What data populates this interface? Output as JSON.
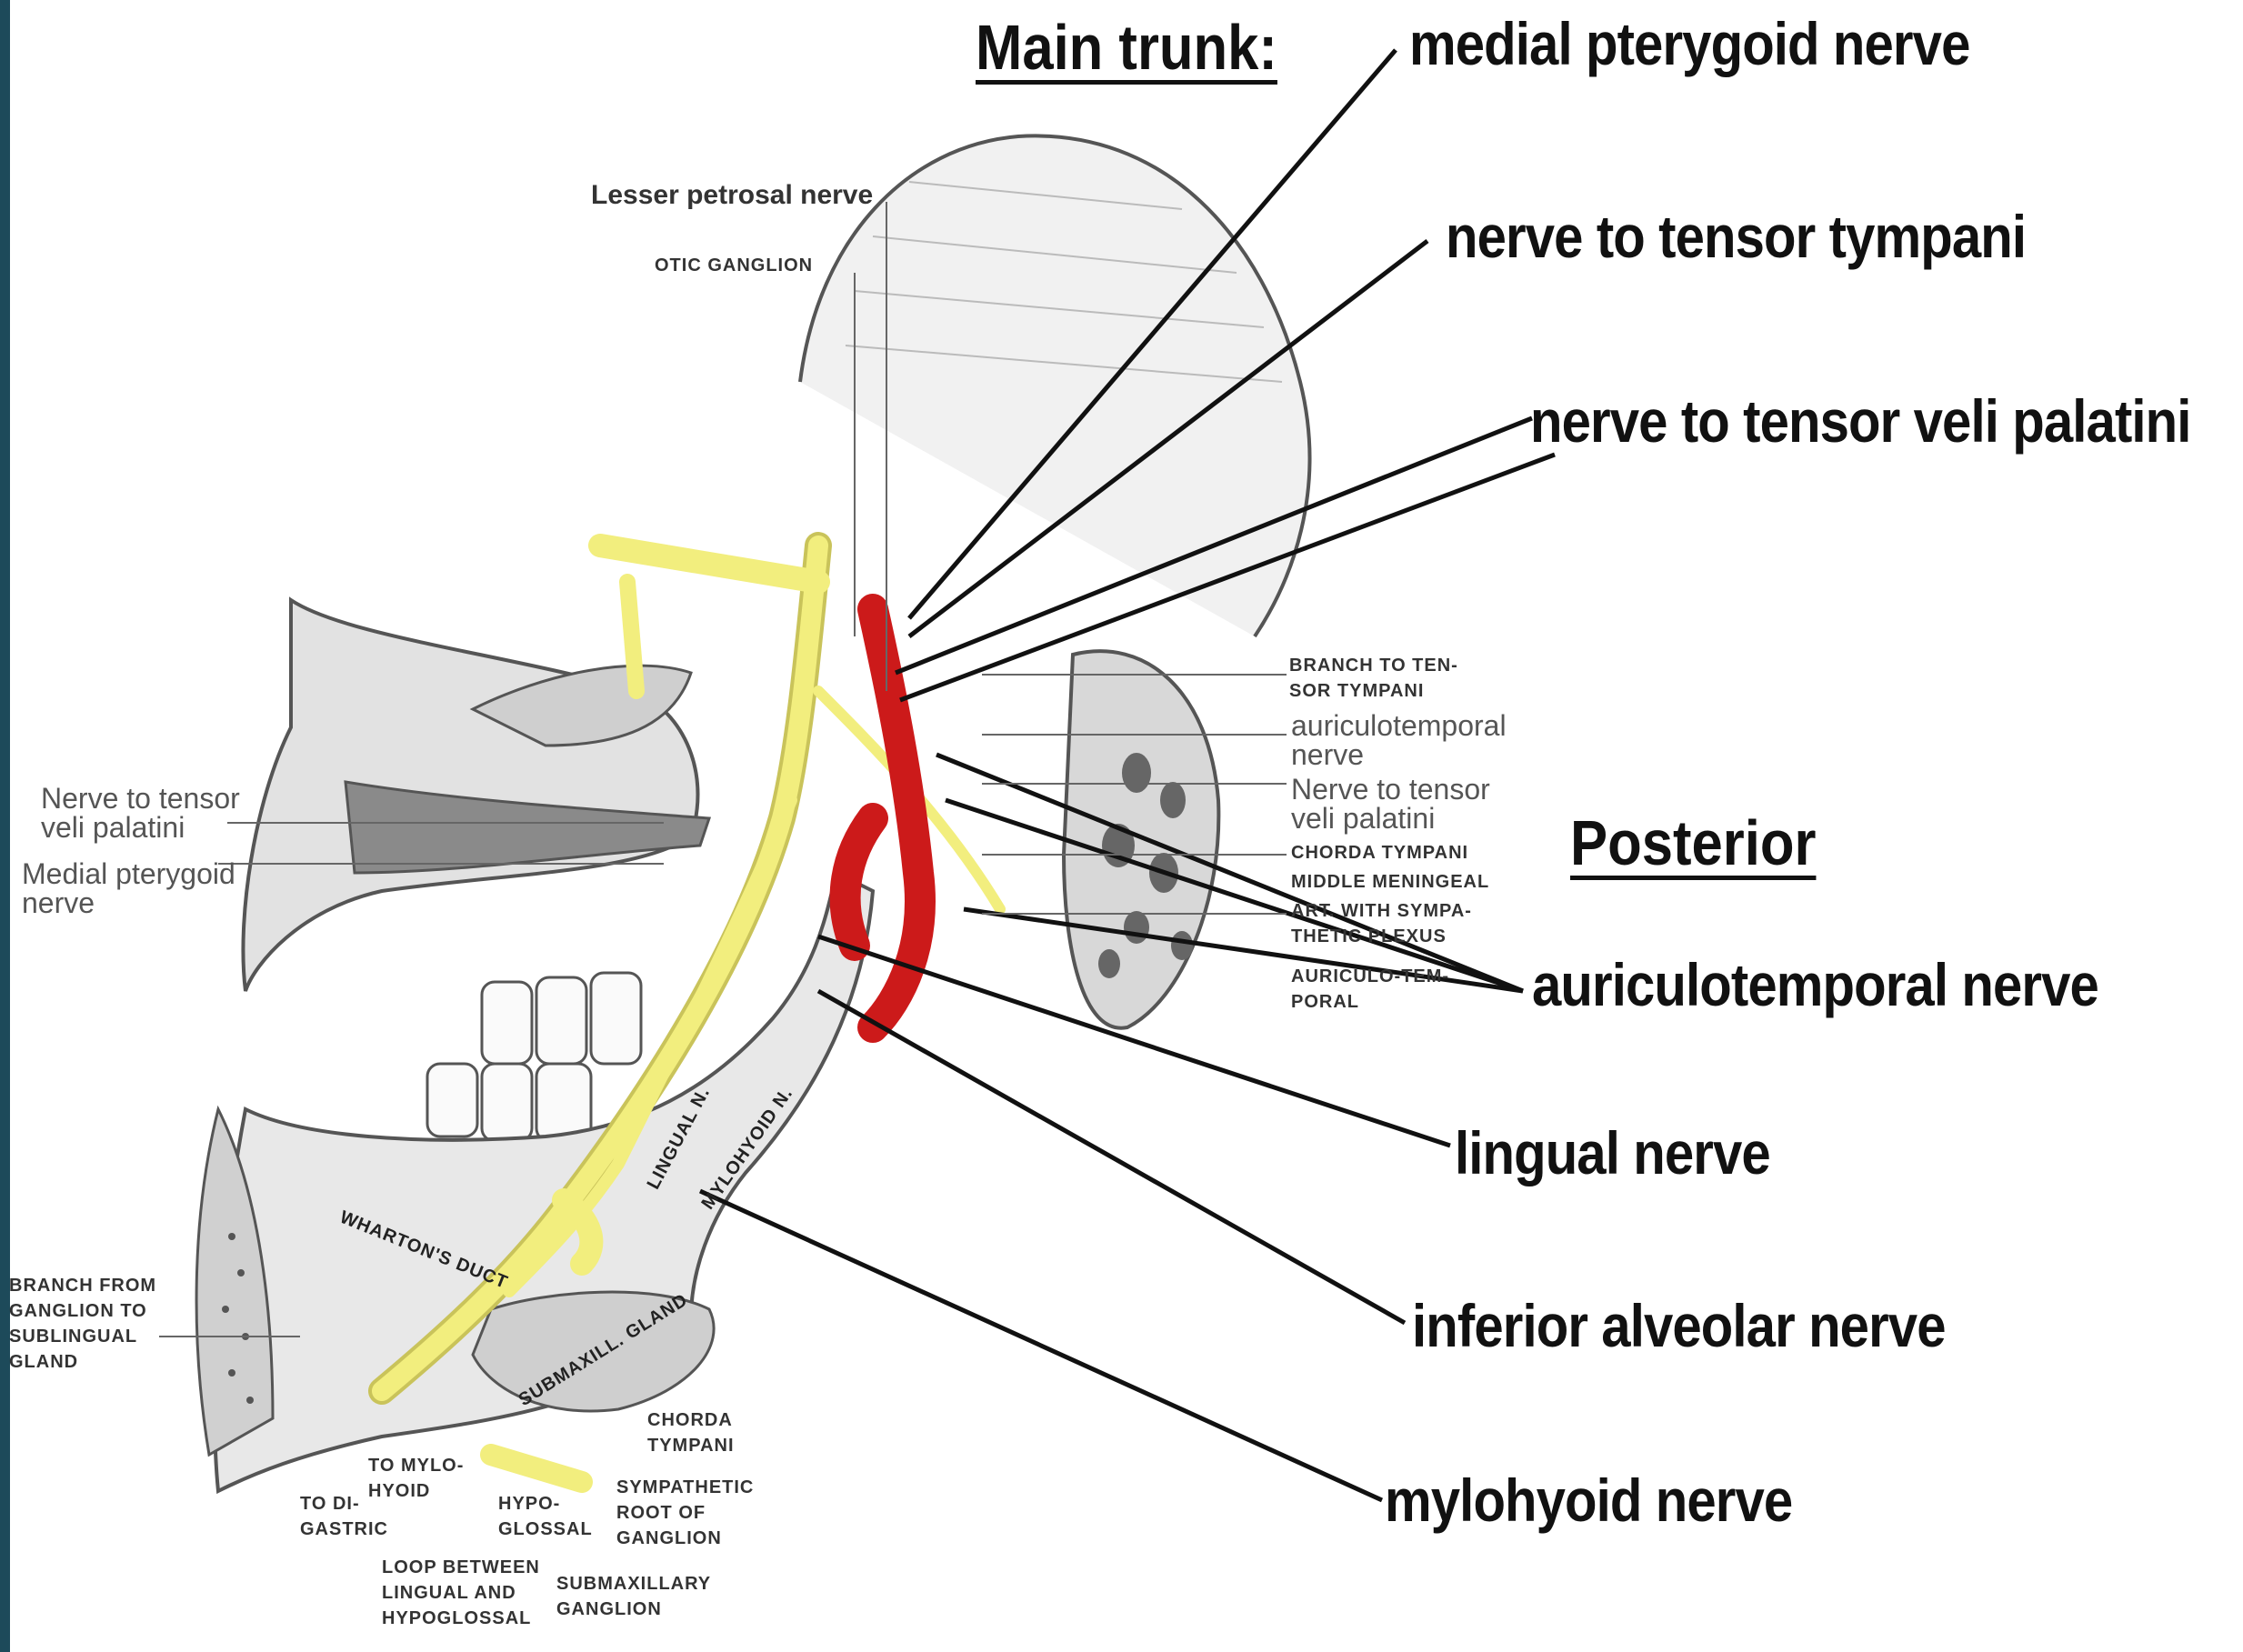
{
  "main_trunk_heading": "Main trunk:",
  "posterior_heading": "Posterior",
  "callouts": {
    "medial_pterygoid": "medial pterygoid nerve",
    "tensor_tympani": "nerve to tensor tympani",
    "tensor_veli_palatini": "nerve to tensor veli palatini",
    "auriculotemporal": "auriculotemporal nerve",
    "lingual": "lingual nerve",
    "inferior_alveolar": "inferior alveolar nerve",
    "mylohyoid": "mylohyoid nerve"
  },
  "figure_labels": {
    "lesser_petrosal": "Lesser petrosal nerve",
    "otic_ganglion": "OTIC GANGLION",
    "left_tensor_veli_1": "Nerve to tensor",
    "left_tensor_veli_2": "veli palatini",
    "left_medial_pterygoid_1": "Medial pterygoid",
    "left_medial_pterygoid_2": "nerve",
    "branch_tensor_tympani_1": "BRANCH TO TEN-",
    "branch_tensor_tympani_2": "SOR TYMPANI",
    "right_auriculotemporal_1": "auriculotemporal",
    "right_auriculotemporal_2": "nerve",
    "right_tensor_veli_1": "Nerve to tensor",
    "right_tensor_veli_2": "veli palatini",
    "chorda_tympani": "CHORDA TYMPANI",
    "middle_meningeal": "MIDDLE MENINGEAL",
    "art_sympathetic_1": "ART. WITH SYMPA-",
    "art_sympathetic_2": "THETIC PLEXUS",
    "auriculo_temporal_1": "AURICULO-TEM-",
    "auriculo_temporal_2": "PORAL",
    "branch_sublingual_1": "BRANCH FROM",
    "branch_sublingual_2": "GANGLION TO",
    "branch_sublingual_3": "SUBLINGUAL",
    "branch_sublingual_4": "GLAND",
    "to_mylohyoid_1": "TO MYLO-",
    "to_mylohyoid_2": "HYOID",
    "to_digastric_1": "TO DI-",
    "to_digastric_2": "GASTRIC",
    "hypoglossal_1": "HYPO-",
    "hypoglossal_2": "GLOSSAL",
    "loop_1": "LOOP BETWEEN",
    "loop_2": "LINGUAL AND",
    "loop_3": "HYPOGLOSSAL",
    "submaxillary_ganglion_1": "SUBMAXILLARY",
    "submaxillary_ganglion_2": "GANGLION",
    "chorda_tympani_lower_1": "CHORDA",
    "chorda_tympani_lower_2": "TYMPANI",
    "sympathetic_root_1": "SYMPATHETIC",
    "sympathetic_root_2": "ROOT OF",
    "sympathetic_root_3": "GANGLION",
    "whartons_duct": "WHARTON'S DUCT",
    "submaxill_gland": "SUBMAXILL. GLAND",
    "lingual_n": "LINGUAL N.",
    "mylohyoid_n": "MYLOHYOID N."
  },
  "colors": {
    "nerve": "#f2ee7e",
    "artery": "#cc1a1a",
    "slide_bar": "#1d4a5a"
  }
}
